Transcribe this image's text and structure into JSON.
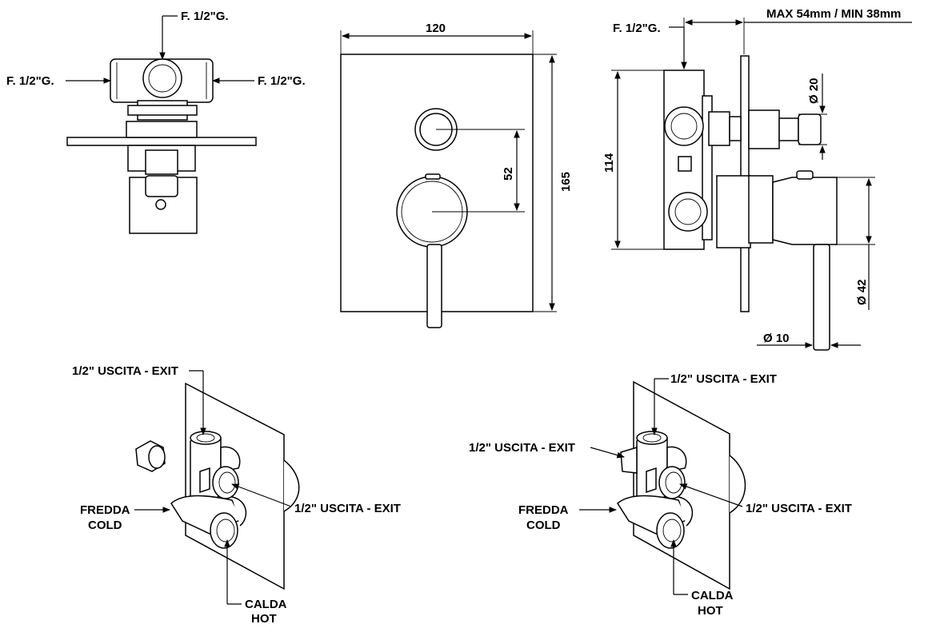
{
  "front_view": {
    "top_inlet": "F. 1/2\"G.",
    "left_inlet": "F. 1/2\"G.",
    "right_inlet": "F. 1/2\"G."
  },
  "plate_view": {
    "width": "120",
    "height": "165",
    "axis_spacing": "52"
  },
  "side_view": {
    "inlet": "F. 1/2\"G.",
    "wall_depth": "MAX 54mm / MIN 38mm",
    "body_height": "114",
    "button_diameter": "Ø 20",
    "handle_diameter": "Ø 42",
    "lever_diameter": "Ø 10"
  },
  "iso_left": {
    "top_exit": "1/2\" USCITA - EXIT",
    "side_exit": "1/2\" USCITA - EXIT",
    "cold_line1": "FREDDA",
    "cold_line2": "COLD",
    "hot_line1": "CALDA",
    "hot_line2": "HOT"
  },
  "iso_right": {
    "top_exit": "1/2\" USCITA - EXIT",
    "left_exit": "1/2\" USCITA - EXIT",
    "side_exit": "1/2\" USCITA - EXIT",
    "cold_line1": "FREDDA",
    "cold_line2": "COLD",
    "hot_line1": "CALDA",
    "hot_line2": "HOT"
  }
}
